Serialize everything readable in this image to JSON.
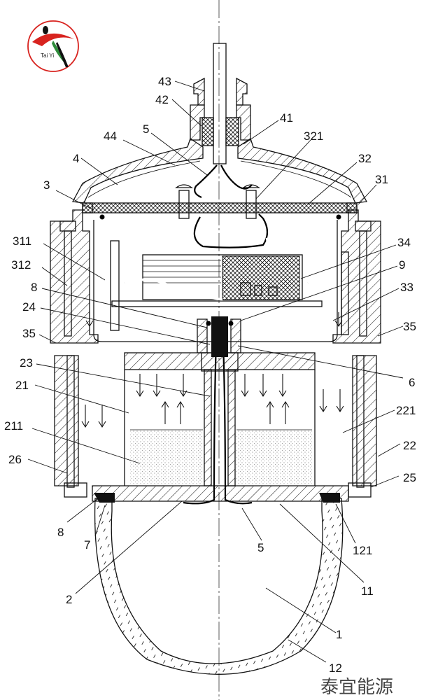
{
  "logo": {
    "text": "Tai Yi"
  },
  "watermark": "泰宜能源",
  "labels": {
    "l43": "43",
    "l42": "42",
    "l41": "41",
    "l5a": "5",
    "l44": "44",
    "l321": "321",
    "l4": "4",
    "l32": "32",
    "l3": "3",
    "l31": "31",
    "l311": "311",
    "l34": "34",
    "l312": "312",
    "l9": "9",
    "l8a": "8",
    "l33": "33",
    "l24": "24",
    "l35a": "35",
    "l35b": "35",
    "l6": "6",
    "l23": "23",
    "l21": "21",
    "l221": "221",
    "l211": "211",
    "l22": "22",
    "l26": "26",
    "l25": "25",
    "l8b": "8",
    "l7": "7",
    "l5b": "5",
    "l121": "121",
    "l11": "11",
    "l2": "2",
    "l1": "1",
    "l12": "12"
  },
  "colors": {
    "logo_red": "#d8231f",
    "logo_green": "#2e8b3a",
    "line": "#111111"
  }
}
